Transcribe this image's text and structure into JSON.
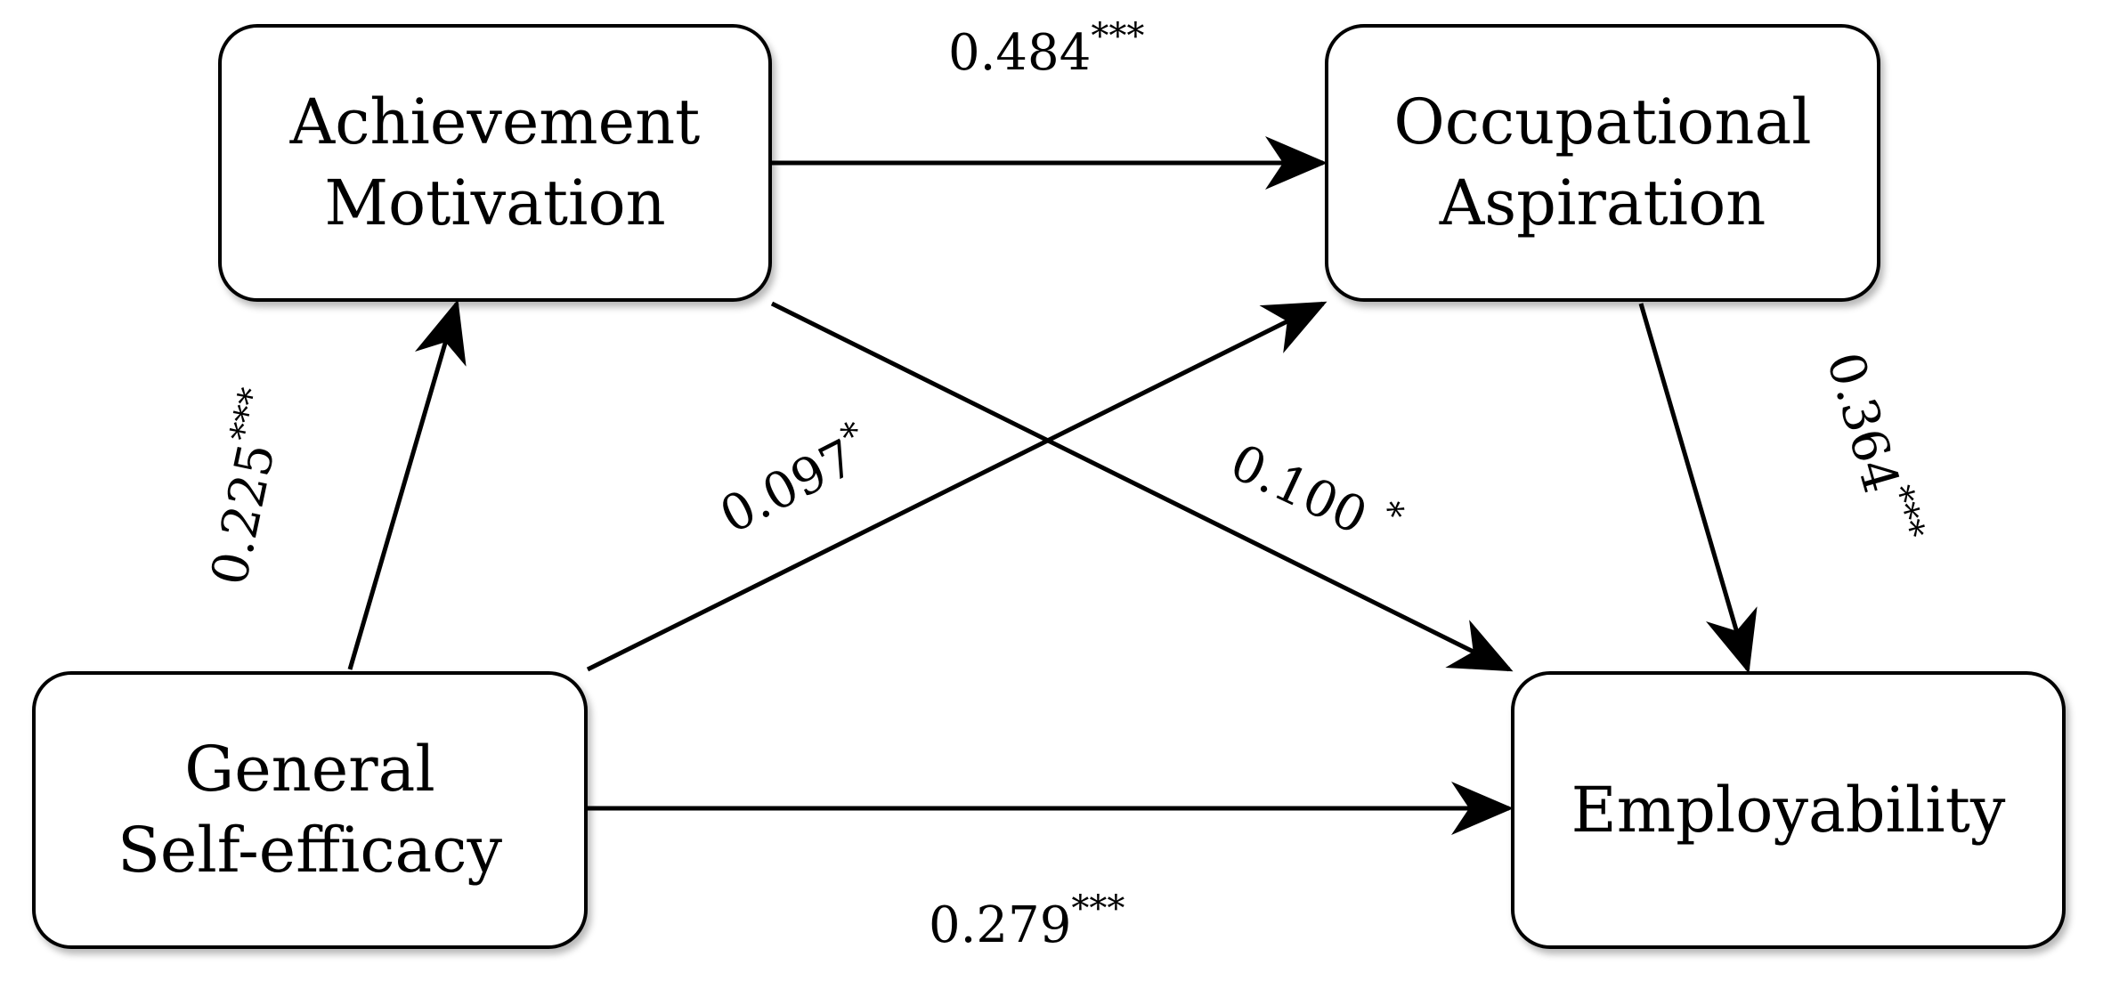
{
  "nodes": {
    "achievement_motivation": {
      "line1": "Achievement",
      "line2": "Motivation"
    },
    "occupational_aspiration": {
      "line1": "Occupational",
      "line2": "Aspiration"
    },
    "general_self_efficacy": {
      "line1": "General",
      "line2": "Self-efficacy"
    },
    "employability": {
      "line1": "Employability"
    }
  },
  "paths": {
    "am_to_oa": {
      "value": "0.484",
      "sig": "***"
    },
    "gse_to_am": {
      "value": "0.225",
      "sig": "***"
    },
    "gse_to_oa": {
      "value": "0.097",
      "sig": "*"
    },
    "am_to_emp": {
      "value": "0.100 ",
      "sig": "*"
    },
    "oa_to_emp": {
      "value": "0.364",
      "sig": "***"
    },
    "gse_to_emp": {
      "value": "0.279",
      "sig": "***"
    }
  }
}
